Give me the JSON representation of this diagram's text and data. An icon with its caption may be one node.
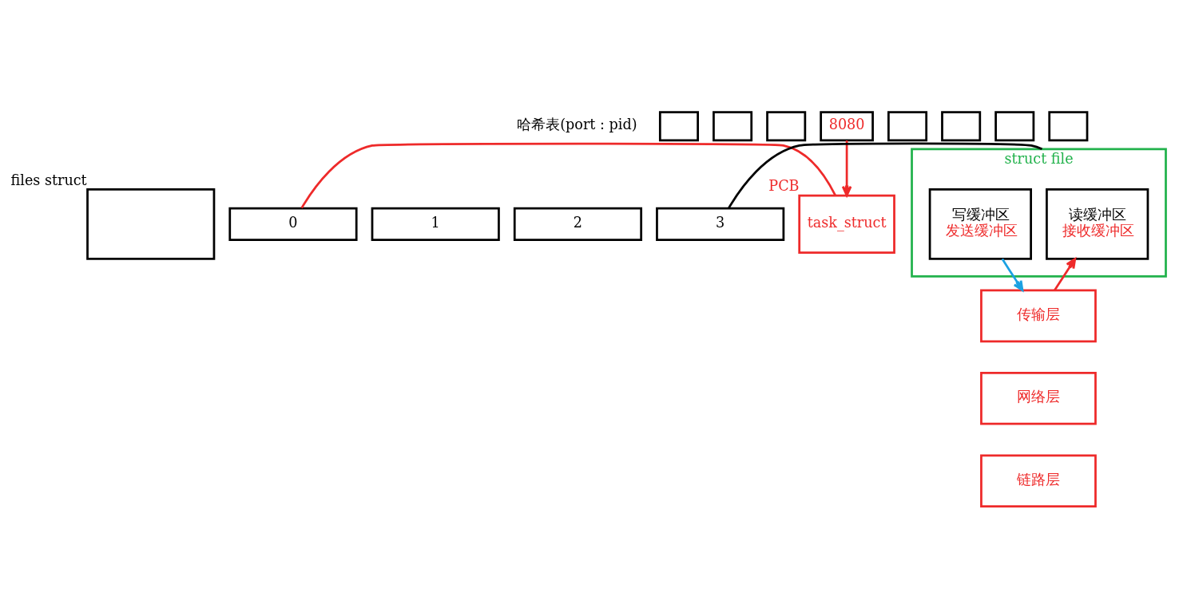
{
  "diagram": {
    "nodes": [
      {
        "text": [],
        "shape": "box"
      },
      {
        "text": [],
        "shape": "box"
      },
      {
        "text": [],
        "shape": "box"
      },
      {
        "text": [
          "8080"
        ]
      },
      {
        "text": [],
        "shape": "box"
      },
      {
        "text": [],
        "shape": "box"
      },
      {
        "text": [],
        "shape": "box"
      },
      {
        "text": [],
        "shape": "box"
      },
      {
        "text": [
          "task_struct"
        ],
        "beside": [
          "PCB"
        ]
      },
      {
        "text": [],
        "shape": "box",
        "beside": [
          "files struct"
        ]
      },
      {
        "text": [
          "0"
        ]
      },
      {
        "text": [
          "1"
        ]
      },
      {
        "text": [
          "2"
        ]
      },
      {
        "text": [
          "3"
        ]
      },
      {
        "text": [
          "struct file"
        ]
      },
      {
        "text": [
          "读缓冲区",
          "接收缓冲区"
        ],
        "in": 14
      },
      {
        "text": [
          "写缓冲区",
          "发送缓冲区"
        ],
        "in": 14
      },
      {
        "text": [
          "传输层"
        ]
      },
      {
        "text": [
          "网络层"
        ]
      },
      {
        "text": [
          "链路层"
        ]
      }
    ],
    "edges": [
      {
        "from": 3,
        "to": 8,
        "arrow": "to"
      },
      {
        "from": 8,
        "to": 10,
        "arrow": "none"
      },
      {
        "from": 13,
        "to": 14,
        "arrow": "none",
        "color": "#000000"
      },
      {
        "from": 17,
        "to": 15,
        "arrow": "to"
      },
      {
        "from": 16,
        "to": 17,
        "arrow": "to",
        "color": "#1ba1e2"
      }
    ],
    "labels": [
      "哈希表(port : pid)"
    ]
  }
}
